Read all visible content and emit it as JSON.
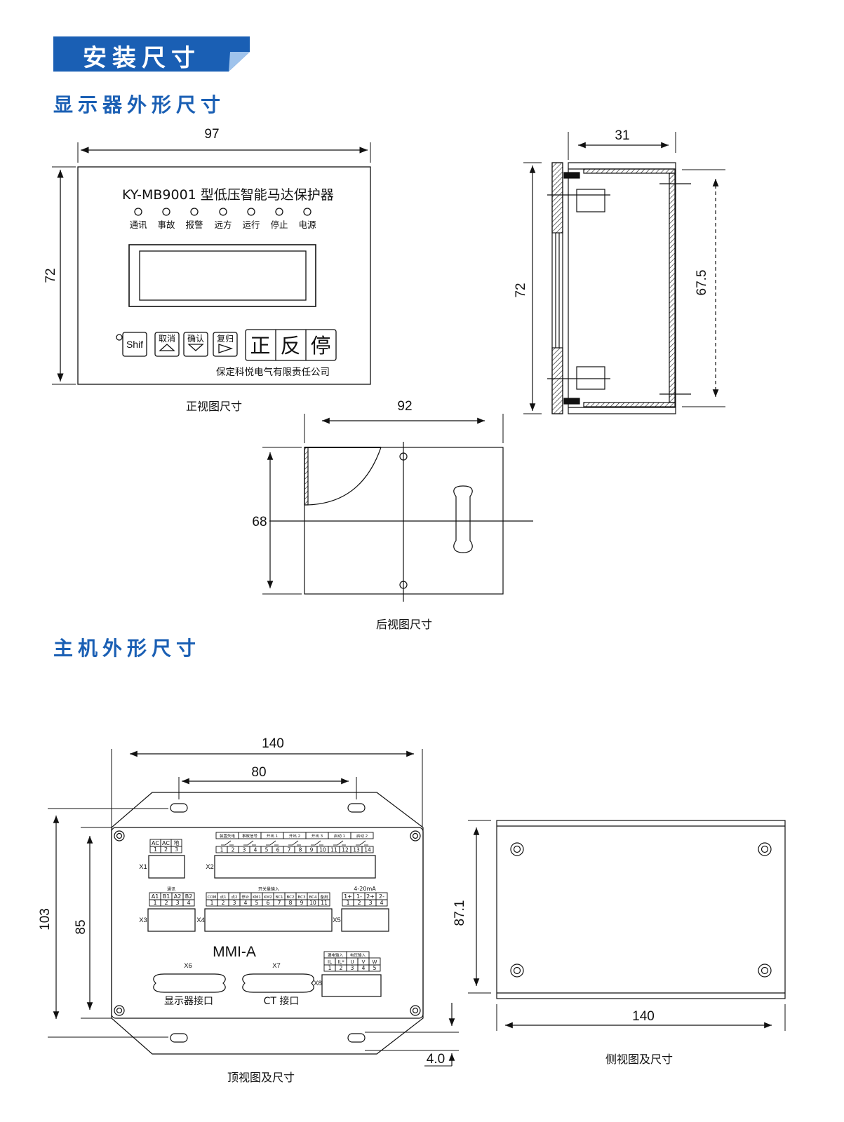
{
  "header": {
    "banner_title": "安装尺寸",
    "section_display": "显示器外形尺寸",
    "section_host": "主机外形尺寸"
  },
  "colors": {
    "accent": "#1a5fb4",
    "banner_dark": "#0f3f86"
  },
  "display_front": {
    "dim_width": "97",
    "dim_height": "72",
    "product_title": "KY-MB9001 型低压智能马达保护器",
    "leds": [
      "通讯",
      "事故",
      "报警",
      "远方",
      "运行",
      "停止",
      "电源"
    ],
    "btn_shift": "Shif",
    "btn_cancel": "取消",
    "btn_confirm": "确认",
    "btn_reset": "复归",
    "btn_forward": "正",
    "btn_reverse": "反",
    "btn_stop": "停",
    "company": "保定科悦电气有限责任公司",
    "caption": "正视图尺寸"
  },
  "display_side": {
    "dim_depth": "31",
    "dim_height": "72",
    "dim_inner": "67.5"
  },
  "display_rear": {
    "dim_width": "92",
    "dim_height": "68",
    "caption": "后视图尺寸"
  },
  "host_top": {
    "dim_width": "140",
    "dim_holes": "80",
    "dim_height": "103",
    "dim_inner": "85",
    "dim_flange": "4.0",
    "model": "MMI-A",
    "x1": {
      "label": "X1",
      "headers": [
        "AC",
        "AC",
        "地"
      ],
      "pins": [
        "1",
        "2",
        "3"
      ]
    },
    "x2": {
      "label": "X2",
      "groups": [
        "装置失电",
        "事故信号",
        "开出 1",
        "开出 2",
        "开出 3",
        "启动 1",
        "启动 2"
      ],
      "pins": [
        "1",
        "2",
        "3",
        "4",
        "5",
        "6",
        "7",
        "8",
        "9",
        "10",
        "11",
        "12",
        "13",
        "14"
      ]
    },
    "x3": {
      "label": "X3",
      "group": "通讯",
      "headers": [
        "A1",
        "B1",
        "A2",
        "B2"
      ],
      "pins": [
        "1",
        "2",
        "3",
        "4"
      ]
    },
    "x4": {
      "label": "X4",
      "group": "开关量输入",
      "headers": [
        "COM",
        "点1",
        "点2",
        "停止",
        "KM1",
        "KM2",
        "BC1",
        "BC2",
        "BC3",
        "BC4",
        "备用"
      ],
      "pins": [
        "1",
        "2",
        "3",
        "4",
        "5",
        "6",
        "7",
        "8",
        "9",
        "10",
        "11"
      ]
    },
    "x5": {
      "label": "X5",
      "group": "4-20mA",
      "headers": [
        "1+",
        "1-",
        "2+",
        "2-"
      ],
      "pins": [
        "1",
        "2",
        "3",
        "4"
      ]
    },
    "x6": {
      "label": "X6",
      "name": "显示器接口"
    },
    "x7": {
      "label": "X7",
      "name": "CT 接口"
    },
    "x8": {
      "label": "X8",
      "groups": [
        "漏电输入",
        "电压输入"
      ],
      "headers": [
        "IL",
        "IL*",
        "U",
        "V",
        "W"
      ],
      "pins": [
        "1",
        "2",
        "3",
        "4",
        "5"
      ]
    },
    "caption": "顶视图及尺寸"
  },
  "host_side": {
    "dim_width": "140",
    "dim_height": "87.1",
    "caption": "侧视图及尺寸"
  }
}
